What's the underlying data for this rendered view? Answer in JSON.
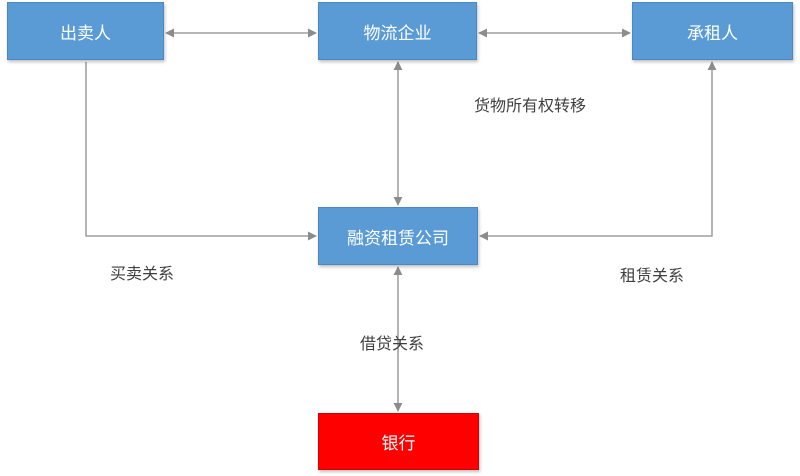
{
  "nodes": {
    "seller": "出卖人",
    "logistics": "物流企业",
    "lessee": "承租人",
    "leasing": "融资租赁公司",
    "bank": "银行"
  },
  "labels": {
    "ownership_transfer": "货物所有权转移",
    "sale_relation": "买卖关系",
    "lease_relation": "租赁关系",
    "loan_relation": "借贷关系"
  },
  "colors": {
    "node_blue": "#5b9bd5",
    "bank_red": "#ff0000",
    "connector": "#8c8c8c"
  }
}
